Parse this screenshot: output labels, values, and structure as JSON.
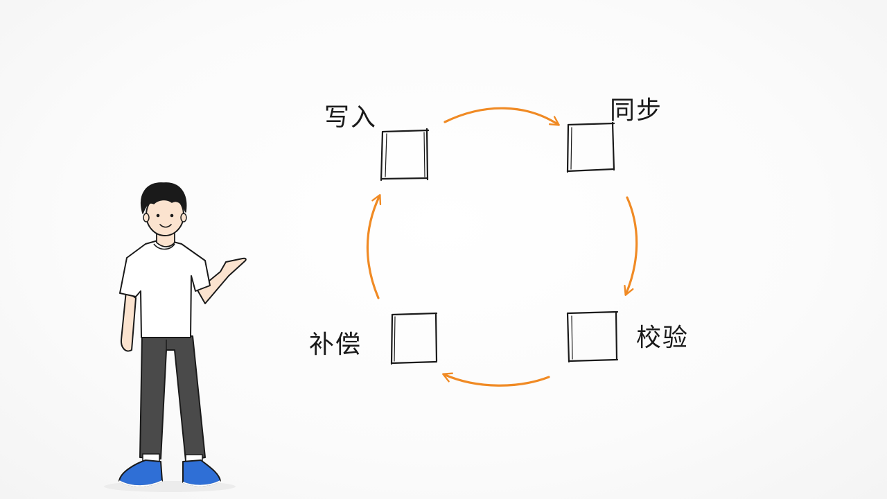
{
  "diagram": {
    "nodes": [
      {
        "id": "write",
        "label": "写入"
      },
      {
        "id": "sync",
        "label": "同步"
      },
      {
        "id": "verify",
        "label": "校验"
      },
      {
        "id": "compensate",
        "label": "补偿"
      }
    ],
    "edges": [
      {
        "from": "write",
        "to": "sync"
      },
      {
        "from": "sync",
        "to": "verify"
      },
      {
        "from": "verify",
        "to": "compensate"
      },
      {
        "from": "compensate",
        "to": "write"
      }
    ],
    "colors": {
      "arrow": "#f08a24",
      "box_stroke": "#1a1a1a",
      "shoe": "#2f6fd6",
      "pants": "#4a4a4a",
      "hair": "#1a1a1a",
      "skin": "#fbe3cf"
    }
  },
  "presenter": {
    "icon": "pointing-person-illustration"
  }
}
